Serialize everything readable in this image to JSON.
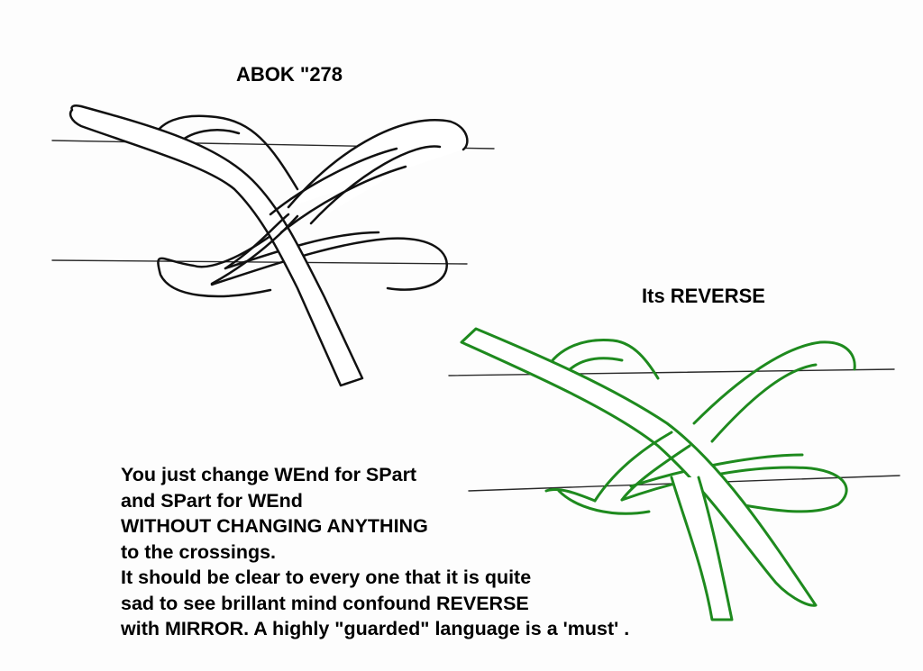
{
  "labels": {
    "left_title": "ABOK \"278",
    "right_title": "Its REVERSE"
  },
  "caption": {
    "lines": [
      "You just change WEnd for SPart",
      "and SPart for WEnd",
      "WITHOUT CHANGING ANYTHING",
      "to the crossings.",
      "It should be clear to every one that it is quite",
      "sad to see brillant mind confound REVERSE",
      "with MIRROR. A highly \"guarded\" language is a 'must' ."
    ]
  },
  "colors": {
    "left_knot": "#111111",
    "right_knot": "#1e8a1e",
    "poles": "#2a2a2a"
  }
}
